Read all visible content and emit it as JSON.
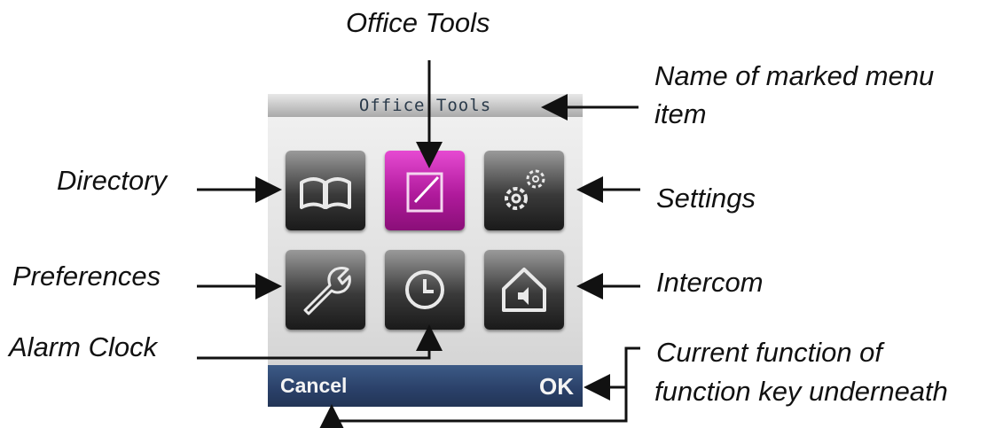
{
  "labels": {
    "office_tools": "Office Tools",
    "marked_item_line1": "Name of marked menu",
    "marked_item_line2": "item",
    "directory": "Directory",
    "settings": "Settings",
    "preferences": "Preferences",
    "intercom": "Intercom",
    "alarm_clock": "Alarm Clock",
    "function_line1": "Current function of",
    "function_line2": "function key underneath"
  },
  "screen": {
    "title": "Office Tools",
    "tiles": [
      {
        "icon": "book-icon",
        "selected": false
      },
      {
        "icon": "notepad-pencil-icon",
        "selected": true
      },
      {
        "icon": "gears-icon",
        "selected": false
      },
      {
        "icon": "wrench-icon",
        "selected": false
      },
      {
        "icon": "clock-icon",
        "selected": false
      },
      {
        "icon": "house-speaker-icon",
        "selected": false
      }
    ],
    "softkey_left": "Cancel",
    "softkey_right": "OK"
  },
  "colors": {
    "selected_tile": "#b01a9c",
    "softkey_bar": "#2a4068",
    "tile": "#3a3a3a"
  }
}
